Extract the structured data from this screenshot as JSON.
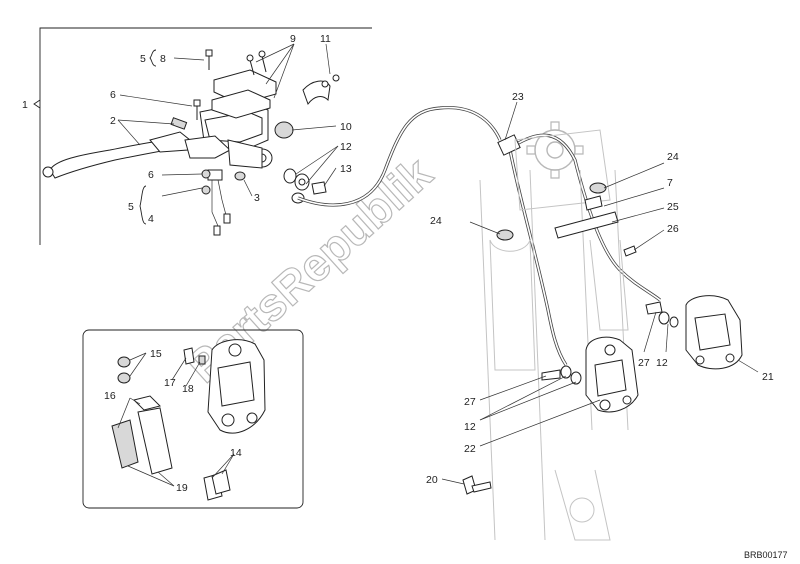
{
  "diagram": {
    "callouts": [
      {
        "id": "c1",
        "text": "1"
      },
      {
        "id": "c2",
        "text": "2"
      },
      {
        "id": "c3",
        "text": "3"
      },
      {
        "id": "c4",
        "text": "4"
      },
      {
        "id": "c5a",
        "text": "5"
      },
      {
        "id": "c5b",
        "text": "5"
      },
      {
        "id": "c6a",
        "text": "6"
      },
      {
        "id": "c6b",
        "text": "6"
      },
      {
        "id": "c7",
        "text": "7"
      },
      {
        "id": "c8",
        "text": "8"
      },
      {
        "id": "c9",
        "text": "9"
      },
      {
        "id": "c10",
        "text": "10"
      },
      {
        "id": "c11",
        "text": "11"
      },
      {
        "id": "c12a",
        "text": "12"
      },
      {
        "id": "c12b",
        "text": "12"
      },
      {
        "id": "c12c",
        "text": "12"
      },
      {
        "id": "c13",
        "text": "13"
      },
      {
        "id": "c14",
        "text": "14"
      },
      {
        "id": "c15",
        "text": "15"
      },
      {
        "id": "c16",
        "text": "16"
      },
      {
        "id": "c17",
        "text": "17"
      },
      {
        "id": "c18",
        "text": "18"
      },
      {
        "id": "c19",
        "text": "19"
      },
      {
        "id": "c20",
        "text": "20"
      },
      {
        "id": "c21",
        "text": "21"
      },
      {
        "id": "c22",
        "text": "22"
      },
      {
        "id": "c23",
        "text": "23"
      },
      {
        "id": "c24a",
        "text": "24"
      },
      {
        "id": "c24b",
        "text": "24"
      },
      {
        "id": "c25",
        "text": "25"
      },
      {
        "id": "c26",
        "text": "26"
      },
      {
        "id": "c27a",
        "text": "27"
      },
      {
        "id": "c27b",
        "text": "27"
      }
    ],
    "drawing_code": "BRB00177",
    "watermark": "PartsRepublik",
    "colors": {
      "ink": "#222222",
      "ghost": "#c4c4c4",
      "watermark": "#b8b8b8"
    }
  }
}
